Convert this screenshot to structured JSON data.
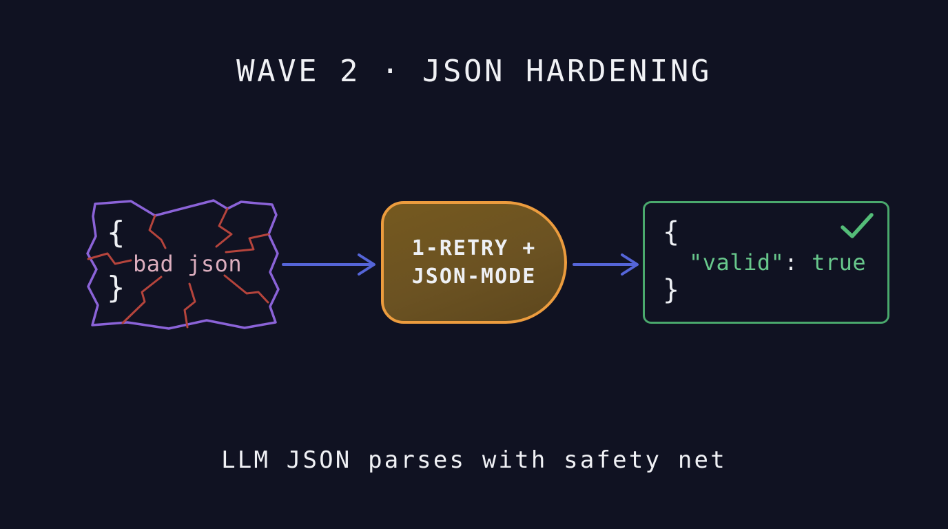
{
  "title": "WAVE 2 · JSON HARDENING",
  "caption": "LLM JSON parses with safety net",
  "flow": {
    "bad_json_node": {
      "open_brace": "{",
      "label": "bad json",
      "close_brace": "}"
    },
    "retry_node": {
      "line1": "1-RETRY +",
      "line2": "JSON-MODE"
    },
    "valid_node": {
      "open_brace": "{",
      "key": "\"valid\"",
      "colon": ":",
      "value": "true",
      "close_brace": "}"
    }
  },
  "icons": {
    "arrow_1": "right-arrow",
    "arrow_2": "right-arrow",
    "checkmark": "check"
  },
  "colors": {
    "background": "#101222",
    "title_text": "#f0f1f5",
    "purple_outline": "#8b63d8",
    "crack_red": "#b5443c",
    "bad_json_text": "#dcaebe",
    "orange_border": "#ec9c3e",
    "orange_fill": "#6b5222",
    "arrow_blue": "#5565d8",
    "green_border": "#4aa96d",
    "green_text": "#68c88c",
    "white_text": "#eef0f4"
  }
}
